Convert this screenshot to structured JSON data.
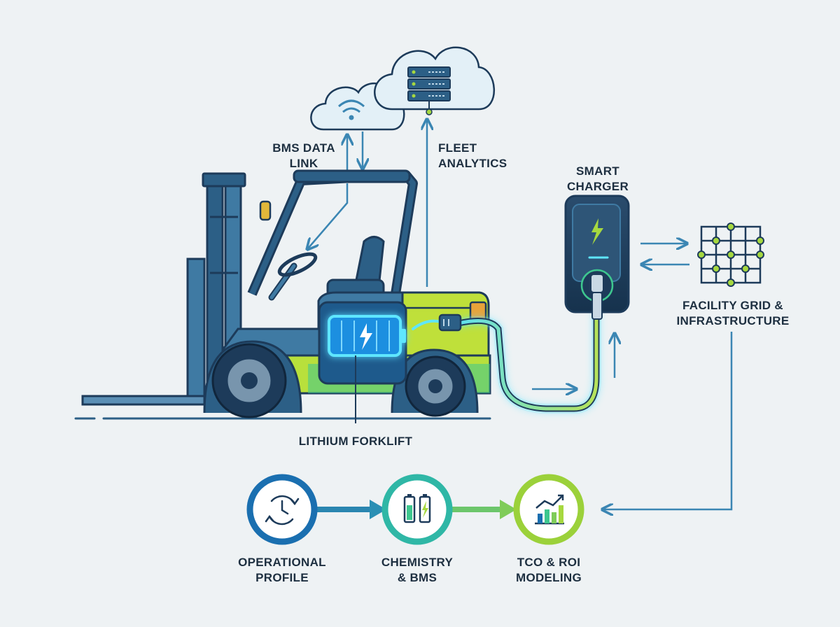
{
  "labels": {
    "bms_data_link": [
      "BMS DATA",
      "LINK"
    ],
    "fleet_analytics": [
      "FLEET",
      "ANALYTICS"
    ],
    "smart_charger": [
      "SMART",
      "CHARGER"
    ],
    "facility_grid": [
      "FACILITY GRID &",
      "INFRASTRUCTURE"
    ],
    "lithium_forklift": "LITHIUM FORKLIFT"
  },
  "steps": [
    {
      "lines": [
        "OPERATIONAL",
        "PROFILE"
      ],
      "icon": "clock-cycle-icon",
      "color": "#1a6fb0"
    },
    {
      "lines": [
        "CHEMISTRY",
        "& BMS"
      ],
      "icon": "battery-cells-icon",
      "color": "#2fb7a6"
    },
    {
      "lines": [
        "TCO & ROI",
        "MODELING"
      ],
      "icon": "growth-chart-icon",
      "color": "#9bd13a"
    }
  ],
  "colors": {
    "outline": "#1d3b5a",
    "body_dark": "#2c5f86",
    "body_light": "#3f7aa3",
    "accent_green": "#a6d83f",
    "glow_cyan": "#38d6f0",
    "arrow_blue": "#3b86b3",
    "background": "#eef2f4"
  }
}
